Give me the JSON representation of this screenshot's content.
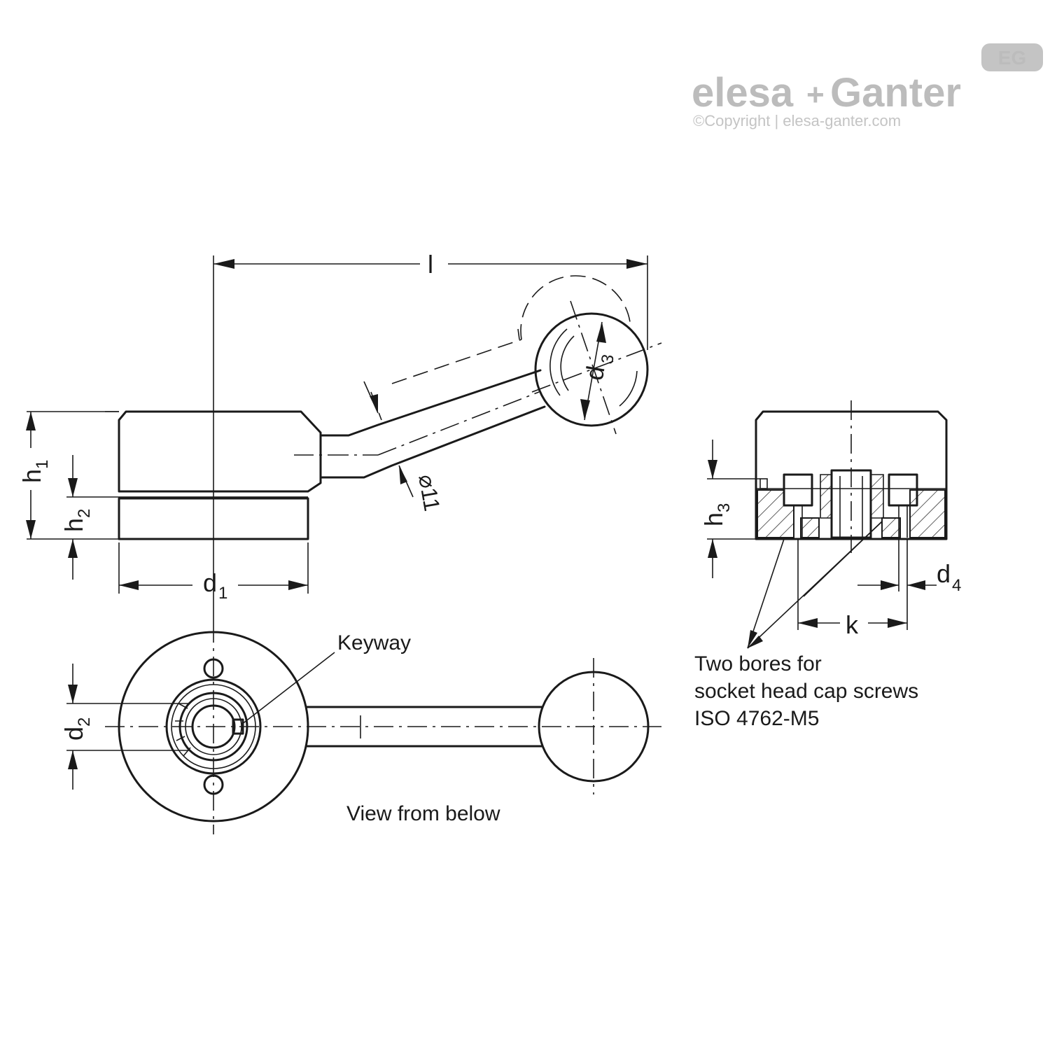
{
  "brand": {
    "badge": "EG",
    "name_part1": "elesa",
    "name_sep": "+",
    "name_part2": "Ganter",
    "copyright": "©Copyright | elesa-ganter.com"
  },
  "dimensions": {
    "l": "l",
    "h1": "h",
    "h1_sub": "1",
    "h2": "h",
    "h2_sub": "2",
    "h3": "h",
    "h3_sub": "3",
    "d1": "d",
    "d1_sub": "1",
    "d2": "d",
    "d2_sub": "2",
    "d3": "d",
    "d3_sub": "3",
    "d4": "d",
    "d4_sub": "4",
    "k": "k",
    "dia11": "⌀11"
  },
  "labels": {
    "keyway": "Keyway",
    "view_from_below": "View from below",
    "bores_line1": "Two bores for",
    "bores_line2": "socket head cap screws",
    "bores_line3": "ISO 4762-M5"
  },
  "colors": {
    "line": "#1a1a1a",
    "logo_gray": "#bcbcbc",
    "background": "#ffffff"
  }
}
